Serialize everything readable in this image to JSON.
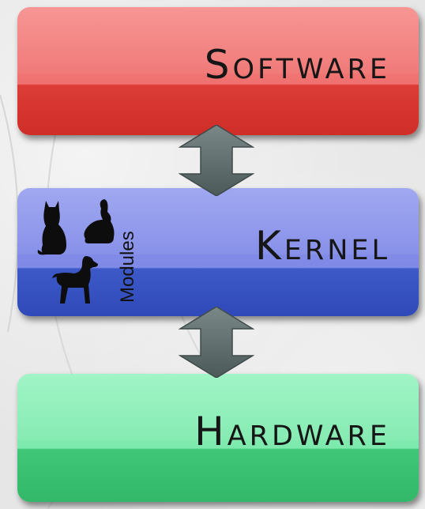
{
  "diagram": {
    "layers": {
      "software": {
        "label": "Software",
        "color": "#e04a44"
      },
      "kernel": {
        "label": "Kernel",
        "color": "#3f5ccc"
      },
      "hardware": {
        "label": "Hardware",
        "color": "#43c97a"
      }
    },
    "modules_label": "Modules",
    "animals": [
      "cat-icon",
      "rabbit-icon",
      "dog-icon"
    ],
    "arrows": [
      "bidirectional-arrow",
      "bidirectional-arrow"
    ],
    "arrow_color": "#5d6b6b"
  }
}
